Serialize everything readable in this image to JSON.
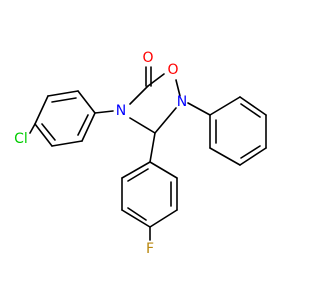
{
  "molecule": {
    "atoms": {
      "carbonyl_o": {
        "text": "O",
        "color": "#ff0000"
      },
      "ring_o": {
        "text": "O",
        "color": "#ff0000"
      },
      "n2": {
        "text": "N",
        "color": "#0000ff"
      },
      "n4": {
        "text": "N",
        "color": "#0000ff"
      },
      "cl": {
        "text": "Cl",
        "color": "#00cc00"
      },
      "f": {
        "text": "F",
        "color": "#b8860b"
      }
    },
    "bond_color": "#000000"
  }
}
